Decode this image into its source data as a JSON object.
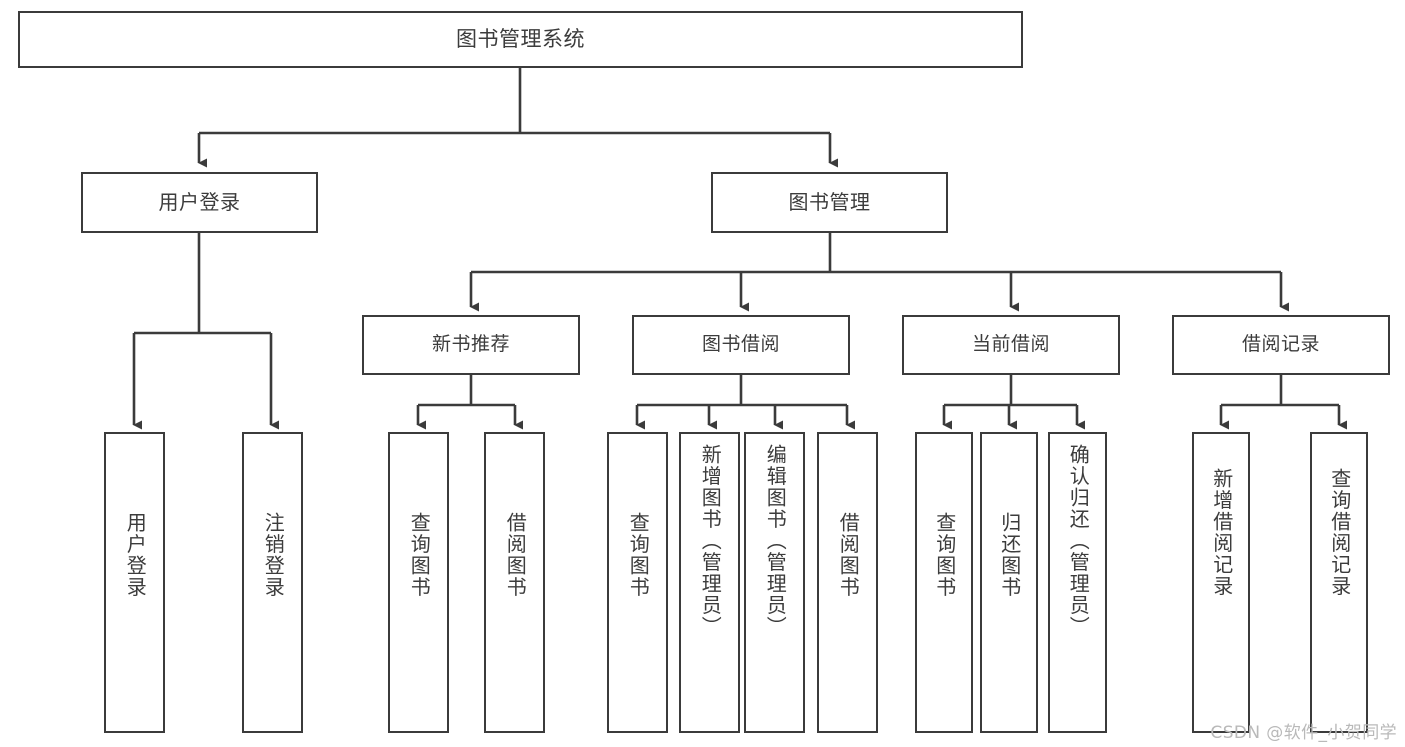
{
  "diagram": {
    "type": "tree-hierarchy",
    "title": "图书管理系统",
    "root": {
      "label": "图书管理系统"
    },
    "level1": [
      {
        "id": "user-login",
        "label": "用户登录"
      },
      {
        "id": "book-manage",
        "label": "图书管理"
      }
    ],
    "level2": [
      {
        "id": "new-book-recommend",
        "label": "新书推荐",
        "parent": "book-manage"
      },
      {
        "id": "book-borrow",
        "label": "图书借阅",
        "parent": "book-manage"
      },
      {
        "id": "current-borrow",
        "label": "当前借阅",
        "parent": "book-manage"
      },
      {
        "id": "borrow-record",
        "label": "借阅记录",
        "parent": "book-manage"
      }
    ],
    "leaves": [
      {
        "id": "leaf-user-login",
        "label": "用户登录",
        "parent": "user-login"
      },
      {
        "id": "leaf-user-logout",
        "label": "注销登录",
        "parent": "user-login"
      },
      {
        "id": "leaf-query-book-1",
        "label": "查询图书",
        "parent": "new-book-recommend"
      },
      {
        "id": "leaf-borrow-book-1",
        "label": "借阅图书",
        "parent": "new-book-recommend"
      },
      {
        "id": "leaf-query-book-2",
        "label": "查询图书",
        "parent": "book-borrow"
      },
      {
        "id": "leaf-add-book",
        "label": "新增图书（管理员）",
        "parent": "book-borrow"
      },
      {
        "id": "leaf-edit-book",
        "label": "编辑图书（管理员）",
        "parent": "book-borrow"
      },
      {
        "id": "leaf-borrow-book-2",
        "label": "借阅图书",
        "parent": "book-borrow"
      },
      {
        "id": "leaf-query-book-3",
        "label": "查询图书",
        "parent": "current-borrow"
      },
      {
        "id": "leaf-return-book",
        "label": "归还图书",
        "parent": "current-borrow"
      },
      {
        "id": "leaf-confirm-return",
        "label": "确认归还（管理员）",
        "parent": "current-borrow"
      },
      {
        "id": "leaf-add-record",
        "label": "新增借阅记录",
        "parent": "borrow-record"
      },
      {
        "id": "leaf-query-record",
        "label": "查询借阅记录",
        "parent": "borrow-record"
      }
    ],
    "colors": {
      "stroke": "#3b3b3b",
      "text": "#3c3c3c",
      "background": "#ffffff",
      "watermark": "#b9b9b9"
    }
  },
  "watermark": {
    "text": "CSDN @软件_小贺同学"
  }
}
